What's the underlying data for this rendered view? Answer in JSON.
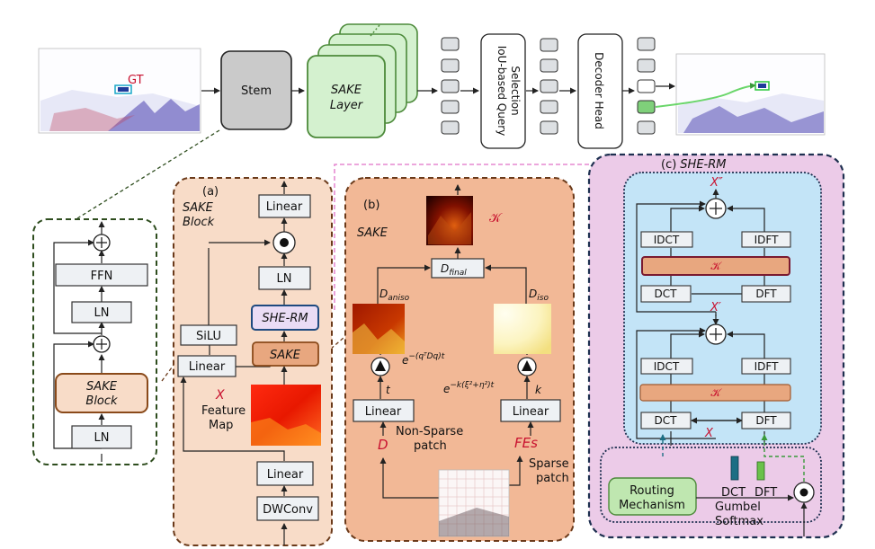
{
  "top": {
    "gt_label": "GT",
    "stem": "Stem",
    "sake_layer_line1": "SAKE",
    "sake_layer_line2": "Layer",
    "iou_selection_line1": "IoU-based Query",
    "iou_selection_line2": "Selection",
    "decoder_head": "Decoder Head"
  },
  "block": {
    "label_line1": "SAKE",
    "label_line2": "Block",
    "ffn": "FFN",
    "ln_top": "LN",
    "ln_bottom": "LN",
    "plus": "+"
  },
  "panel_a": {
    "tag": "(a)",
    "title_line1": "SAKE",
    "title_line2": "Block",
    "linear_top": "Linear",
    "ln": "LN",
    "she_rm": "SHE-RM",
    "sake": "SAKE",
    "silu": "SiLU",
    "linear_left": "Linear",
    "x_label": "X",
    "feature_line1": "Feature",
    "feature_line2": "Map",
    "linear_bottom": "Linear",
    "dwconv": "DWConv"
  },
  "panel_b": {
    "tag": "(b)",
    "title": "SAKE",
    "kernel_symbol": "𝒦",
    "d_final": "D",
    "d_final_sub": "final",
    "d_aniso": "D",
    "d_aniso_sub": "aniso",
    "d_iso": "D",
    "d_iso_sub": "iso",
    "exp_aniso": "e",
    "exp_aniso_sup": "−(qᵀDq)t",
    "exp_iso": "e",
    "exp_iso_sup": "−k(ξ²+η²)t",
    "t_label": "t",
    "k_label": "k",
    "linear_left": "Linear",
    "linear_right": "Linear",
    "d_label": "D",
    "fes_label": "FEs",
    "non_sparse_line1": "Non-Sparse",
    "non_sparse_line2": "patch",
    "sparse_line1": "Sparse",
    "sparse_line2": "patch"
  },
  "panel_c": {
    "tag": "(c)",
    "title": "SHE-RM",
    "x_double_prime": "X″",
    "x_prime": "X′",
    "x_label": "X",
    "idct_top": "IDCT",
    "idft_top": "IDFT",
    "kernel_top": "𝒦",
    "dct_top": "DCT",
    "dft_top": "DFT",
    "idct_bottom": "IDCT",
    "idft_bottom": "IDFT",
    "kernel_bottom": "𝒦",
    "dct_bottom": "DCT",
    "dft_bottom": "DFT",
    "routing_line1": "Routing",
    "routing_line2": "Mechanism",
    "dct_legend": "DCT",
    "dft_legend": "DFT",
    "gumbel_line1": "Gumbel",
    "gumbel_line2": "Softmax"
  },
  "colors": {
    "green_dashed": "#2e4d1e",
    "brown_dashed": "#6b3a1a",
    "navy_dashed": "#1e3050",
    "panel_a_fill": "#f8dcc8",
    "panel_b_fill": "#f2b896",
    "panel_c_fill": "#eccbe8",
    "inner_blue": "#c3e4f7",
    "sake_layer_fill": "#d4f1cf",
    "routing_fill": "#bfe7b0",
    "kernel_bar": "#e8a77f",
    "she_rm_fill": "#eadcf5",
    "accent_red": "#c8102e",
    "pink_dash": "#e070c8",
    "teal_arrow": "#1c6e84",
    "green_arrow": "#3a9a3a"
  },
  "icons": [
    "plus-circle-icon",
    "dot-circle-icon",
    "triangle-circle-icon",
    "arrow-icon"
  ]
}
